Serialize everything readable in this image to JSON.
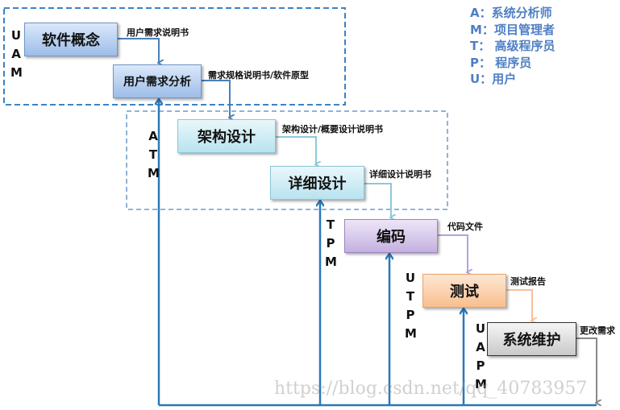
{
  "stages": [
    {
      "id": "concept",
      "label": "软件概念",
      "output": "用户需求说明书",
      "roles": [
        "U",
        "A",
        "M"
      ]
    },
    {
      "id": "analysis",
      "label": "用户需求分析",
      "output": "需求规格说明书/软件原型",
      "roles": []
    },
    {
      "id": "architecture",
      "label": "架构设计",
      "output": "架构设计/概要设计说明书",
      "roles": [
        "A",
        "T",
        "M"
      ]
    },
    {
      "id": "detail",
      "label": "详细设计",
      "output": "详细设计说明书",
      "roles": []
    },
    {
      "id": "coding",
      "label": "编码",
      "output": "代码文件",
      "roles": [
        "T",
        "P",
        "M"
      ]
    },
    {
      "id": "testing",
      "label": "测试",
      "output": "测试报告",
      "roles": [
        "U",
        "T",
        "P",
        "M"
      ]
    },
    {
      "id": "maintenance",
      "label": "系统维护",
      "output": "更改需求",
      "roles": [
        "U",
        "A",
        "P",
        "M"
      ]
    }
  ],
  "legend": [
    {
      "key": "A：",
      "text": "系统分析师"
    },
    {
      "key": "M：",
      "text": "项目管理者"
    },
    {
      "key": "T：",
      "text": " 高级程序员"
    },
    {
      "key": "P：",
      "text": " 程序员"
    },
    {
      "key": "U：",
      "text": "用户"
    }
  ],
  "watermark": "https://blog.csdn.net/qq_40783957",
  "colors": {
    "feedback": "#2a78b8",
    "dashed": "#3d82c4",
    "legend": "#4f7fc4"
  }
}
